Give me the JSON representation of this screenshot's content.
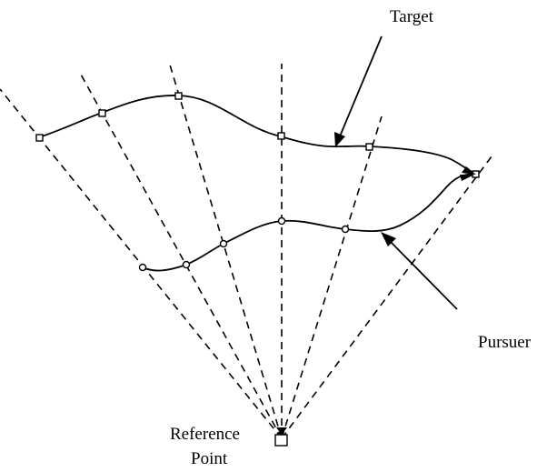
{
  "labels": {
    "target": "Target",
    "pursuer": "Pursuer",
    "reference_line1": "Reference",
    "reference_line2": "Point"
  },
  "colors": {
    "stroke": "#000000",
    "background": "#ffffff"
  }
}
